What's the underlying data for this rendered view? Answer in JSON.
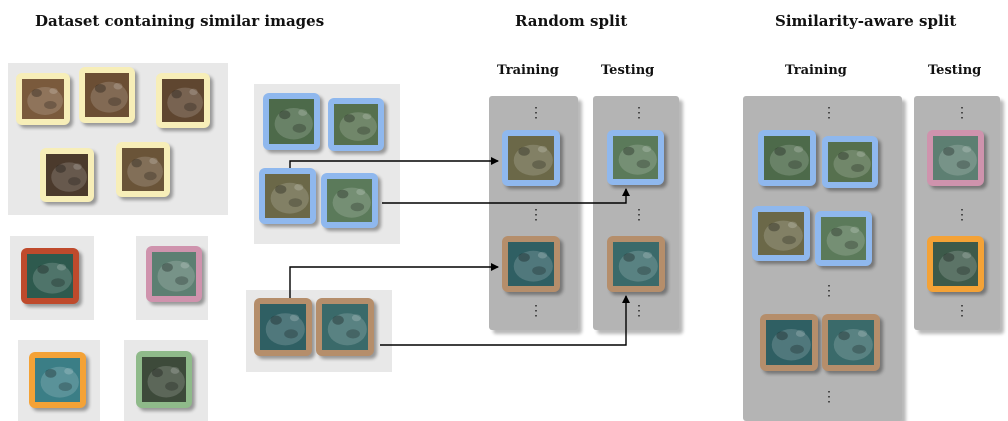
{
  "headers": {
    "dataset": "Dataset containing similar images",
    "random_split": "Random split",
    "similarity_split": "Similarity-aware split"
  },
  "random_split": {
    "training_label": "Training",
    "testing_label": "Testing"
  },
  "similarity_split": {
    "training_label": "Training",
    "testing_label": "Testing"
  },
  "ellipsis": "⋮",
  "colors": {
    "yellow_frame": "#f7eeb8",
    "blue_frame": "#8fb8ee",
    "brown_frame": "#b58e6b",
    "red_frame": "#bf4a2c",
    "pink_frame": "#cf93ad",
    "orange_frame": "#f4a236",
    "green_frame": "#8fba8a",
    "panel_bg": "#e8e8e8",
    "column_bg": "#b4b4b4"
  }
}
